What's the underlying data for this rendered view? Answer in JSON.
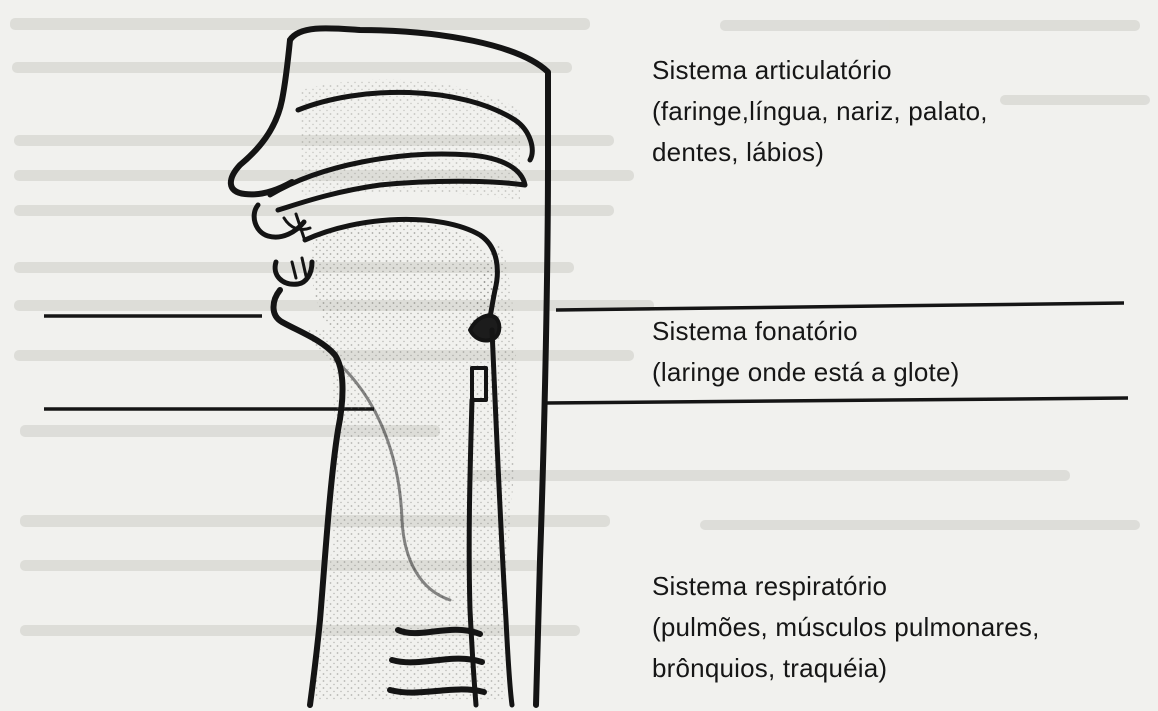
{
  "diagram": {
    "articulatory": {
      "title": "Sistema articulatório",
      "line2": "(faringe,língua, nariz, palato,",
      "line3": "dentes, lábios)"
    },
    "phonatory": {
      "title": "Sistema fonatório",
      "line2": "(laringe onde está a glote)"
    },
    "respiratory": {
      "title": "Sistema respiratório",
      "line2": "(pulmões, músculos pulmonares,",
      "line3": "brônquios, traquéia)"
    }
  },
  "colors": {
    "paper": "#f1f1ee",
    "ink": "#161616",
    "bleed_text": "#c9c9c4",
    "stipple": "#6a6a66"
  }
}
